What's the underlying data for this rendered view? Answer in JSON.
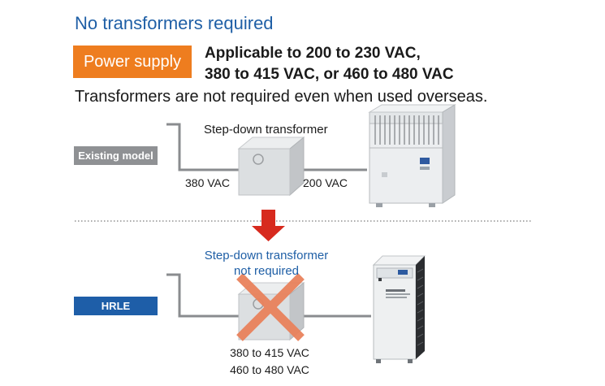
{
  "heading": "No transformers required",
  "power_supply": {
    "badge": "Power supply",
    "line1": "Applicable to 200 to 230 VAC,",
    "line2": "380 to 415 VAC, or 460 to 480 VAC"
  },
  "subline": "Transformers are not required even when used overseas.",
  "existing": {
    "badge": "Existing model",
    "transformer_label": "Step-down transformer",
    "input_voltage": "380 VAC",
    "output_voltage": "200 VAC"
  },
  "hrle": {
    "badge": "HRLE",
    "note_line1": "Step-down transformer",
    "note_line2": "not required",
    "voltage_line1": "380 to 415 VAC",
    "voltage_line2": "460 to 480 VAC"
  },
  "colors": {
    "accent_blue": "#1f5fa6",
    "badge_orange": "#ee7d1f",
    "badge_grey": "#8f9194",
    "arrow_red": "#d72a1e",
    "cross": "#e9825c"
  }
}
